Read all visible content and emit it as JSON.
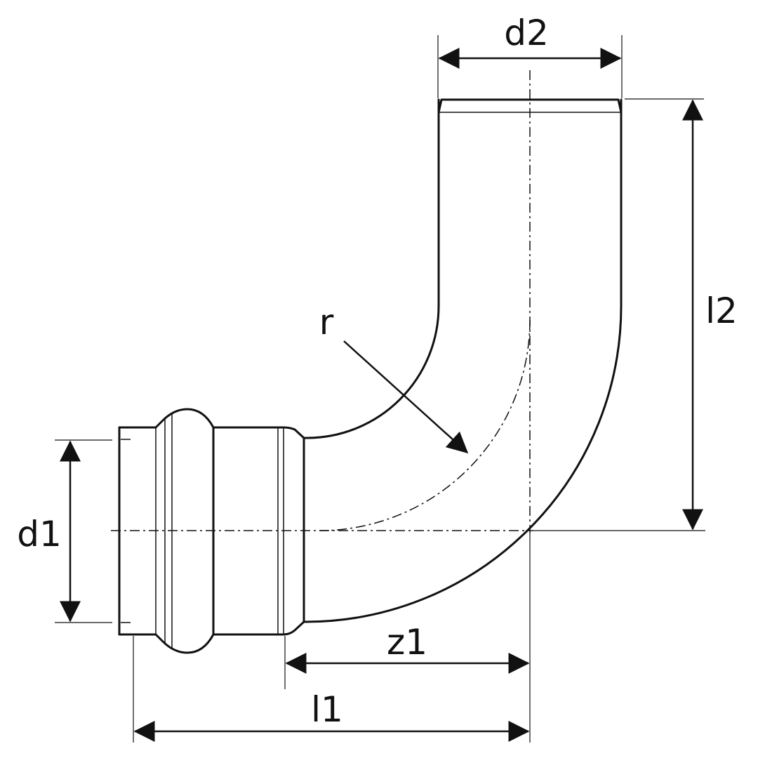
{
  "labels": {
    "d2": "d2",
    "l2": "l2",
    "r": "r",
    "d1": "d1",
    "z1": "z1",
    "l1": "l1"
  }
}
